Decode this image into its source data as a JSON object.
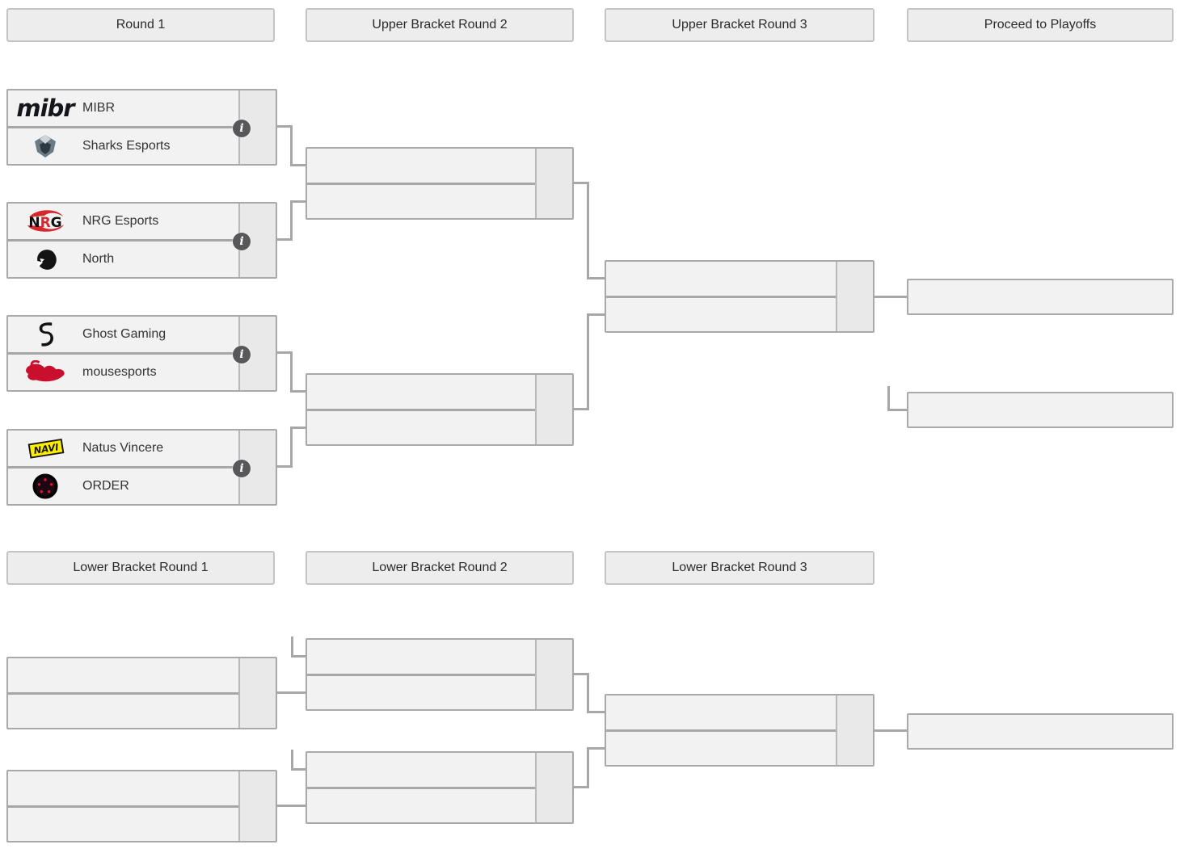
{
  "headers": {
    "round1": "Round 1",
    "upper_round2": "Upper Bracket Round 2",
    "upper_round3": "Upper Bracket Round 3",
    "playoffs": "Proceed to Playoffs",
    "lower_round1": "Lower Bracket Round 1",
    "lower_round2": "Lower Bracket Round 2",
    "lower_round3": "Lower Bracket Round 3"
  },
  "round1_matches": [
    {
      "team1": {
        "name": "MIBR",
        "logo": "mibr-logo"
      },
      "team2": {
        "name": "Sharks Esports",
        "logo": "sharks-esports-logo"
      }
    },
    {
      "team1": {
        "name": "NRG Esports",
        "logo": "nrg-esports-logo"
      },
      "team2": {
        "name": "North",
        "logo": "north-logo"
      }
    },
    {
      "team1": {
        "name": "Ghost Gaming",
        "logo": "ghost-gaming-logo"
      },
      "team2": {
        "name": "mousesports",
        "logo": "mousesports-logo"
      }
    },
    {
      "team1": {
        "name": "Natus Vincere",
        "logo": "natus-vincere-logo"
      },
      "team2": {
        "name": "ORDER",
        "logo": "order-logo"
      }
    }
  ],
  "icons": {
    "info_icon": "i",
    "team_logos": [
      "mibr-logo",
      "sharks-esports-logo",
      "nrg-esports-logo",
      "north-logo",
      "ghost-gaming-logo",
      "mousesports-logo",
      "natus-vincere-logo",
      "order-logo"
    ]
  },
  "colors": {
    "slot_fill": "#f2f2f2",
    "score_fill": "#e9e9e9",
    "box_border": "#a9a9a9",
    "connector": "#a7a7a7",
    "header_fill": "#ededed",
    "header_border": "#c3c3c3",
    "text": "#333333",
    "info_icon_bg": "#58585a",
    "nrg_red": "#d5282f",
    "mouz_red": "#c8102e",
    "navi_yellow": "#ffee00"
  }
}
